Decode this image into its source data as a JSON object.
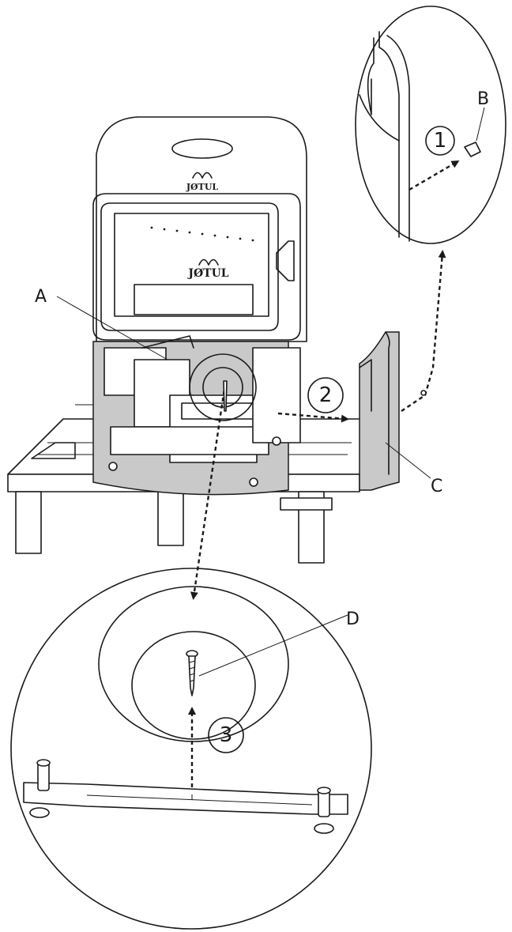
{
  "labels": {
    "A": "A",
    "B": "B",
    "C": "C",
    "D": "D"
  },
  "steps": [
    "1",
    "2",
    "3"
  ],
  "brand": "JØTUL"
}
